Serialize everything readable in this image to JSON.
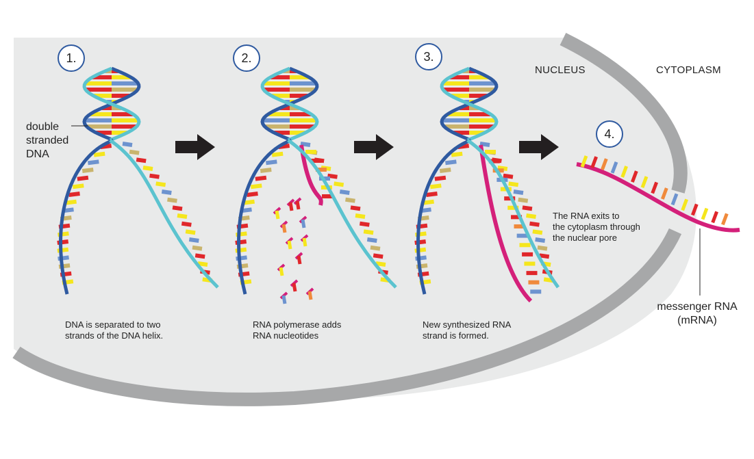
{
  "regions": {
    "nucleus": "NUCLEUS",
    "cytoplasm": "CYTOPLASM"
  },
  "steps": [
    {
      "number": "1.",
      "caption": "DNA is separated to two\nstrands of the DNA helix."
    },
    {
      "number": "2.",
      "caption": "RNA polymerase adds\nRNA nucleotides"
    },
    {
      "number": "3.",
      "caption": "New synthesized RNA\nstrand is formed."
    },
    {
      "number": "4.",
      "caption": "The RNA exits to\nthe cytoplasm through\nthe nuclear pore"
    }
  ],
  "labels": {
    "double_stranded_dna": "double\nstranded\nDNA",
    "mrna": "messenger RNA\n(mRNA)"
  },
  "colors": {
    "nucleus_fill": "#e9eaea",
    "membrane": "#a7a8a9",
    "dna_backbone_blue": "#2f5aa0",
    "dna_backbone_cyan": "#5bc3cf",
    "rna_backbone": "#d4207a",
    "base_red": "#e0272b",
    "base_yellow": "#f5e61d",
    "base_blue": "#6d93cf",
    "base_tan": "#c9b46d",
    "base_orange": "#f08a3c",
    "arrow": "#231f20",
    "step_ring": "#2f5aa0"
  }
}
